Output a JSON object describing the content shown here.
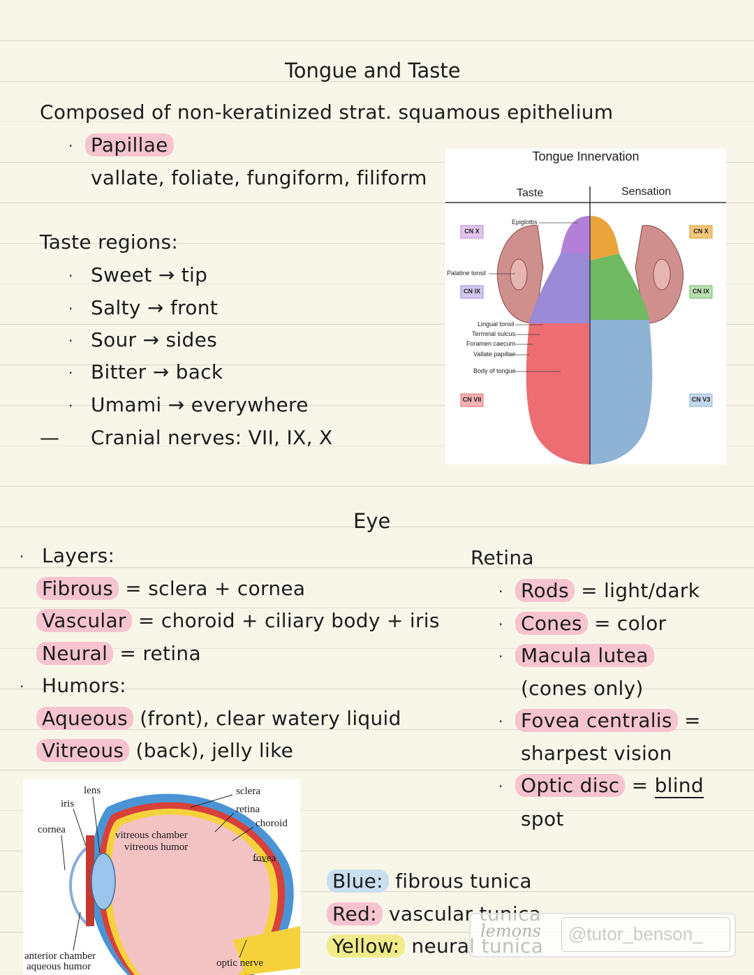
{
  "tongue": {
    "title": "Tongue and Taste",
    "composed": "Composed of non-keratinized strat. squamous epithelium",
    "papillae": "Papillae",
    "papillae_types": "vallate, foliate, fungiform, filiform",
    "regions_heading": "Taste regions:",
    "regions": [
      {
        "taste": "Sweet",
        "place": "tip"
      },
      {
        "taste": "Salty",
        "place": "front"
      },
      {
        "taste": "Sour",
        "place": "sides"
      },
      {
        "taste": "Bitter",
        "place": "back"
      },
      {
        "taste": "Umami",
        "place": "everywhere"
      }
    ],
    "arrow": "→",
    "dash": "—",
    "nerves": "Cranial nerves: VII, IX, X",
    "figure": {
      "title": "Tongue Innervation",
      "col_taste": "Taste",
      "col_sensation": "Sensation",
      "labels": {
        "epiglottis": "Epiglottis",
        "palatine": "Palatine tonsil",
        "lingual": "Lingual tonsil",
        "terminal": "Terminal sulcus",
        "foramen": "Foramen caecum",
        "vallate": "Vallate papillae",
        "body": "Body of tongue"
      },
      "badges_left": [
        "CN X",
        "CN IX",
        "CN VII"
      ],
      "badges_right": [
        "CN X",
        "CN IX",
        "CN V3"
      ],
      "colors": {
        "purple": "#b37fd8",
        "lilac": "#9b8ad6",
        "red": "#ec6d72",
        "orange": "#e9a53c",
        "green": "#6fba62",
        "blue": "#8fb3d4"
      }
    }
  },
  "eye": {
    "title": "Eye",
    "layers_heading": "Layers:",
    "layers": [
      {
        "name": "Fibrous",
        "desc": "= sclera + cornea"
      },
      {
        "name": "Vascular",
        "desc": "= choroid + ciliary body + iris"
      },
      {
        "name": "Neural",
        "desc": "= retina"
      }
    ],
    "humors_heading": "Humors:",
    "humors": [
      {
        "name": "Aqueous",
        "desc": "(front), clear watery liquid"
      },
      {
        "name": "Vitreous",
        "desc": "(back), jelly like"
      }
    ],
    "retina_heading": "Retina",
    "retina": {
      "rods": "Rods",
      "rods_desc": "= light/dark",
      "cones": "Cones",
      "cones_desc": "= color",
      "macula": "Macula lutea",
      "macula_desc": "(cones only)",
      "fovea": "Fovea centralis",
      "fovea_eq": "=",
      "fovea_desc": "sharpest vision",
      "optic": "Optic disc",
      "optic_eq": "=",
      "optic_blind": "blind",
      "optic_spot": "spot"
    },
    "legend": [
      {
        "key": "Blue:",
        "desc": "fibrous tunica"
      },
      {
        "key": "Red:",
        "desc": "vascular tunica"
      },
      {
        "key": "Yellow:",
        "desc": "neural tunica"
      }
    ],
    "diagram": {
      "lens": "lens",
      "iris": "iris",
      "cornea": "cornea",
      "sclera": "sclera",
      "retina": "retina",
      "choroid": "choroid",
      "chamber1": "vitreous chamber",
      "chamber2": "vitreous humor",
      "fovea": "fovea",
      "ant1": "anterior chamber",
      "ant2": "aqueous humor",
      "optic": "optic nerve"
    }
  },
  "watermark": {
    "logo": "lemons",
    "handle": "@tutor_benson_"
  }
}
